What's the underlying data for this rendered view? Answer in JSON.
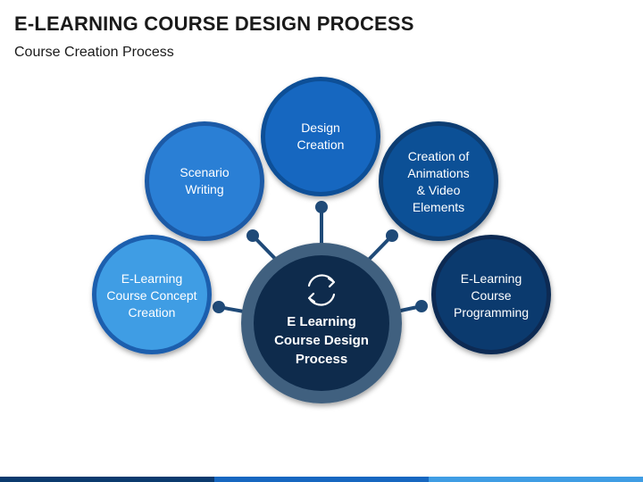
{
  "header": {
    "title": "E-LEARNING COURSE DESIGN PROCESS",
    "subtitle": "Course Creation Process"
  },
  "center": {
    "lines": [
      "E Learning",
      "Course Design",
      "Process"
    ],
    "icon": "refresh-cycle-icon"
  },
  "stages": [
    {
      "lines": [
        "E-Learning",
        "Course Concept",
        "Creation"
      ],
      "color": "#3f9de4"
    },
    {
      "lines": [
        "Scenario",
        "Writing"
      ],
      "color": "#2a7fd5"
    },
    {
      "lines": [
        "Design",
        "Creation"
      ],
      "color": "#1667c0"
    },
    {
      "lines": [
        "Creation of",
        "Animations",
        "& Video",
        "Elements"
      ],
      "color": "#0c5096"
    },
    {
      "lines": [
        "E-Learning",
        "Course",
        "Programming"
      ],
      "color": "#0b3a6e"
    }
  ],
  "colors": {
    "center_fill": "#0e2b4c",
    "center_ring": "#40607f",
    "connector": "#1f4a78",
    "bottom_bar": [
      "#0b3a6e",
      "#1667c0",
      "#3f9de4"
    ]
  }
}
